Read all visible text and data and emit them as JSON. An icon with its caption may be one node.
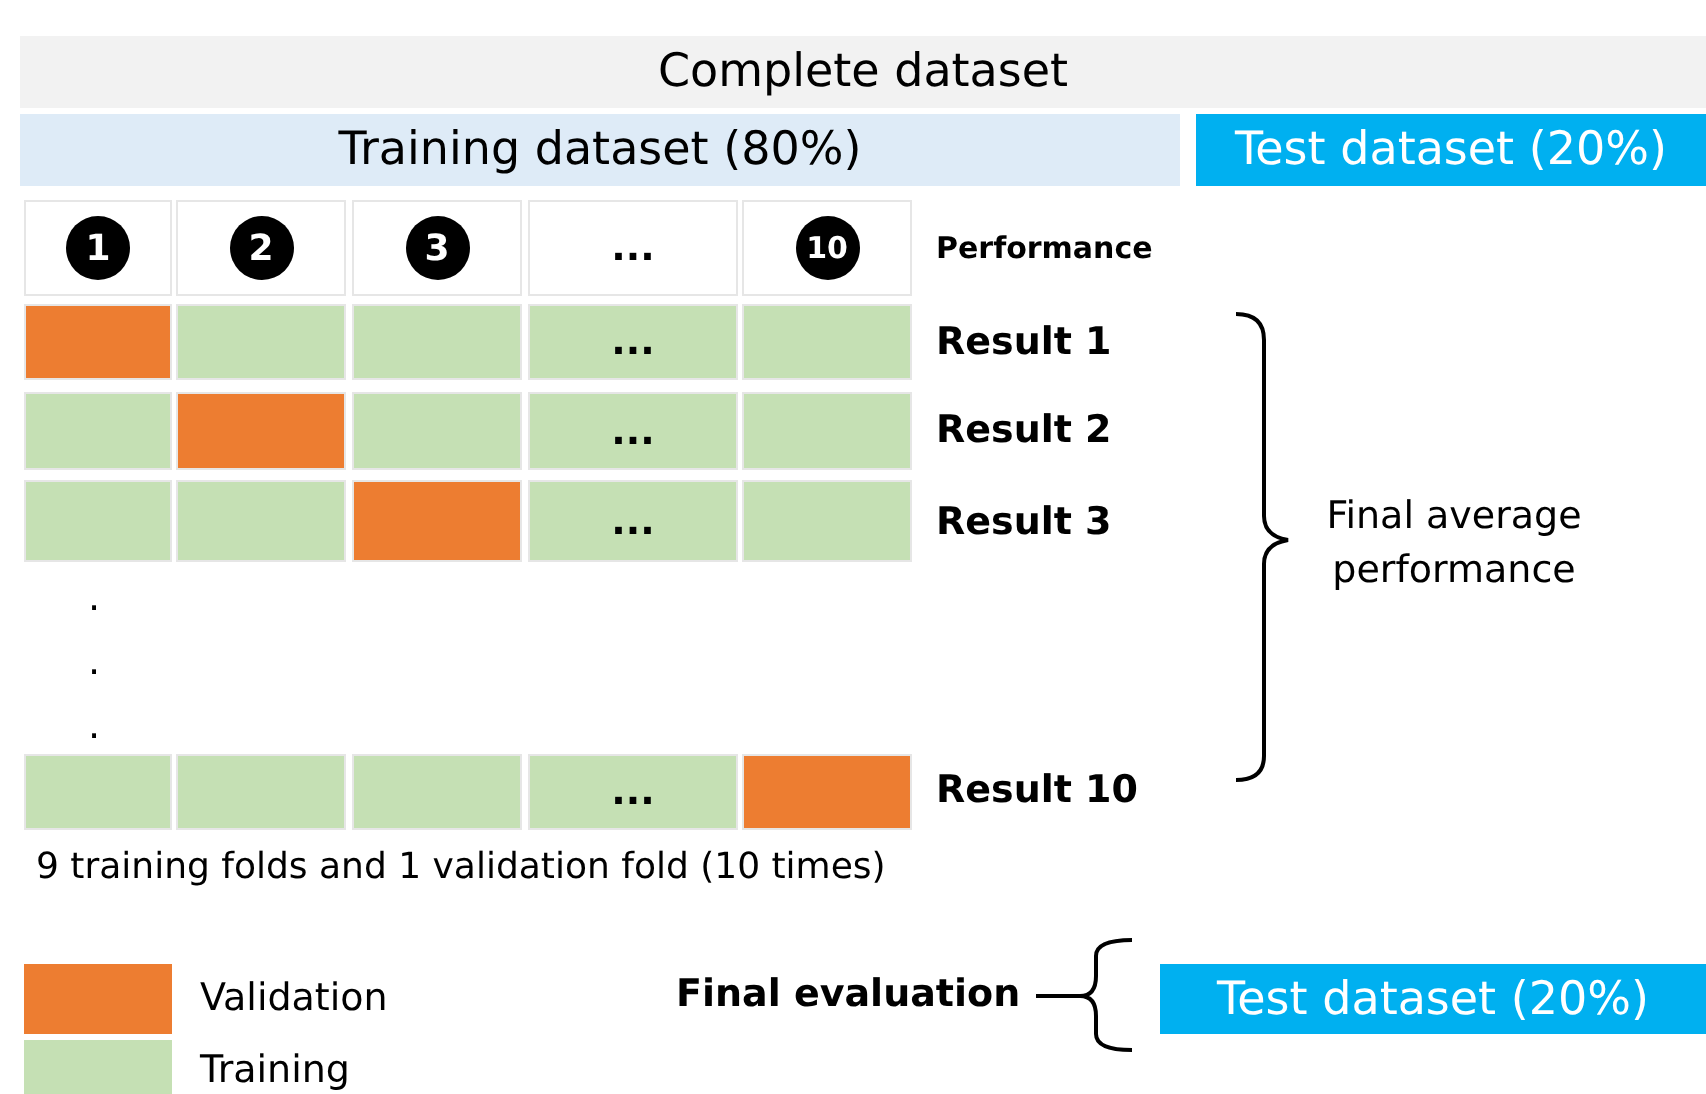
{
  "diagram": {
    "nodes": [
      {
        "text": [
          "Complete dataset"
        ]
      },
      {
        "text": [
          "Training dataset (80%)"
        ]
      },
      {
        "text": [
          "Test dataset (20%)"
        ]
      },
      {
        "text": [
          "1"
        ]
      },
      {
        "text": [
          "2"
        ]
      },
      {
        "text": [
          "3"
        ]
      },
      {
        "text": [
          "..."
        ]
      },
      {
        "text": [
          "10"
        ]
      },
      {
        "text": [],
        "shape": "box"
      },
      {
        "text": [],
        "shape": "box"
      },
      {
        "text": [],
        "shape": "box"
      },
      {
        "text": [
          "..."
        ]
      },
      {
        "text": [],
        "shape": "box"
      },
      {
        "text": [],
        "shape": "box"
      },
      {
        "text": [],
        "shape": "box"
      },
      {
        "text": [],
        "shape": "box"
      },
      {
        "text": [
          "..."
        ]
      },
      {
        "text": [],
        "shape": "box"
      },
      {
        "text": [],
        "shape": "box"
      },
      {
        "text": [],
        "shape": "box"
      },
      {
        "text": [],
        "shape": "box"
      },
      {
        "text": [
          "..."
        ]
      },
      {
        "text": [],
        "shape": "box"
      },
      {
        "text": [],
        "shape": "box"
      },
      {
        "text": [],
        "shape": "box"
      },
      {
        "text": [],
        "shape": "box"
      },
      {
        "text": [
          "..."
        ]
      },
      {
        "text": [],
        "shape": "box"
      },
      {
        "text": [
          "Test dataset (20%)"
        ]
      }
    ],
    "edges": [],
    "labels": [
      "Performance",
      "Result 1",
      "Result 2",
      "Result 3",
      "Final average performance",
      ".",
      ".",
      ".",
      "Result 10",
      "9 training folds and 1 validation fold (10 times)",
      "Final evaluation"
    ],
    "legend": [
      {
        "text": "Validation",
        "color": "#ed7d31"
      },
      {
        "text": "Training",
        "color": "#c5e0b4"
      }
    ]
  }
}
